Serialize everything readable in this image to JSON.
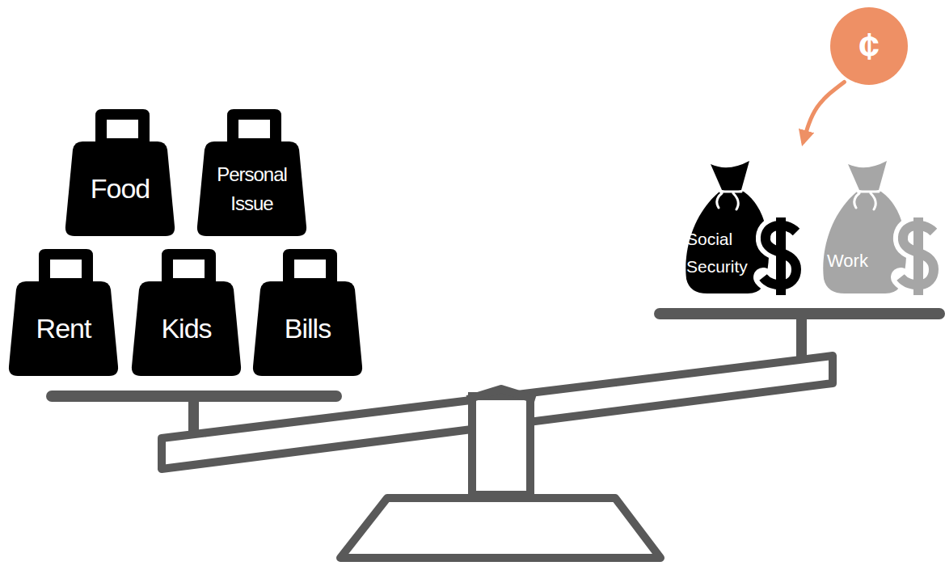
{
  "diagram": {
    "nodes": [
      {
        "text": [
          "Food"
        ]
      },
      {
        "text": [
          "Personal Issue"
        ]
      },
      {
        "text": [
          "Rent"
        ]
      },
      {
        "text": [
          "Kids"
        ]
      },
      {
        "text": [
          "Bills"
        ]
      },
      {
        "text": [
          "¢"
        ]
      },
      {
        "text": [
          "Social Security"
        ]
      },
      {
        "text": [
          "Work"
        ]
      }
    ],
    "edges": [
      {
        "from": 5,
        "to": 6,
        "arrow": "to"
      }
    ]
  }
}
